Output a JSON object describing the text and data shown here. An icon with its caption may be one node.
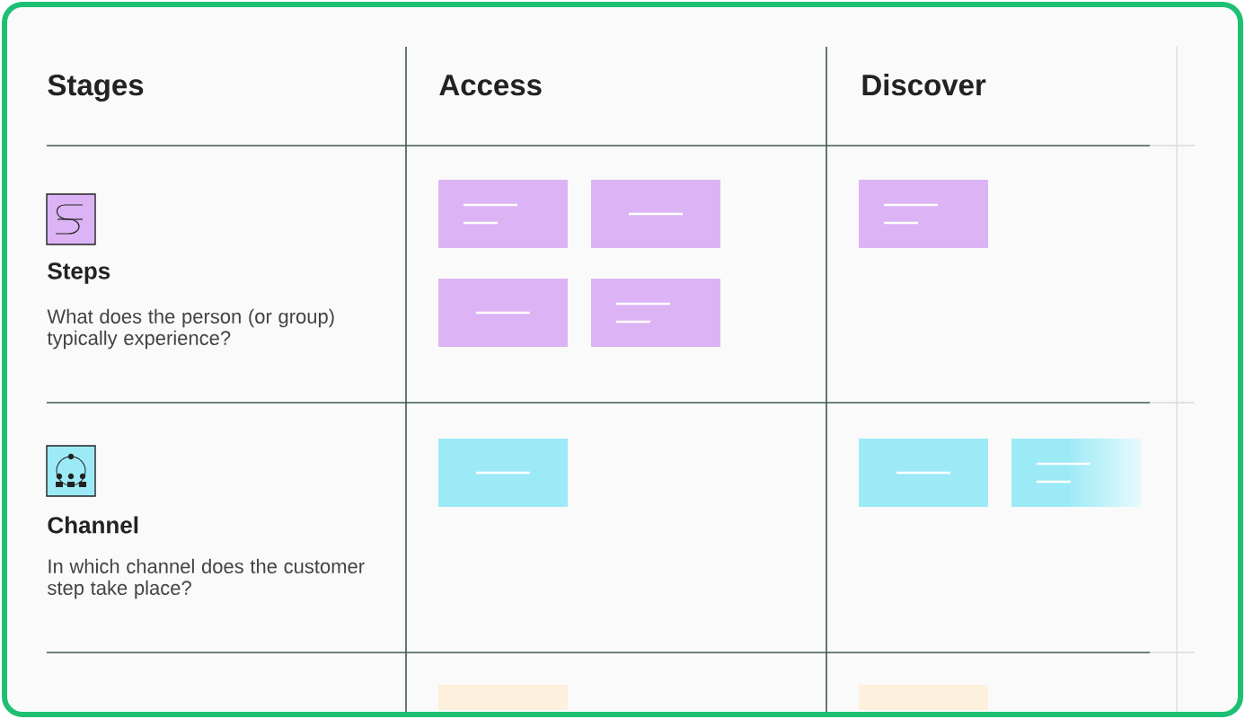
{
  "diagram": {
    "nodes": [
      {
        "text": [],
        "shape": "box"
      },
      {
        "text": [],
        "shape": "box"
      },
      {
        "text": [],
        "shape": "box"
      },
      {
        "text": [],
        "shape": "box"
      },
      {
        "text": [],
        "shape": "box"
      },
      {
        "text": [],
        "shape": "box"
      },
      {
        "text": [],
        "shape": "box"
      },
      {
        "text": [],
        "shape": "box"
      },
      {
        "text": [],
        "shape": "box"
      },
      {
        "text": [],
        "shape": "box"
      }
    ],
    "labels": [
      "Stages",
      "Access",
      "Discover",
      "Steps",
      "What does the person (or group) typically experience?",
      "Channel",
      "In which channel does the customer step take place?"
    ]
  }
}
